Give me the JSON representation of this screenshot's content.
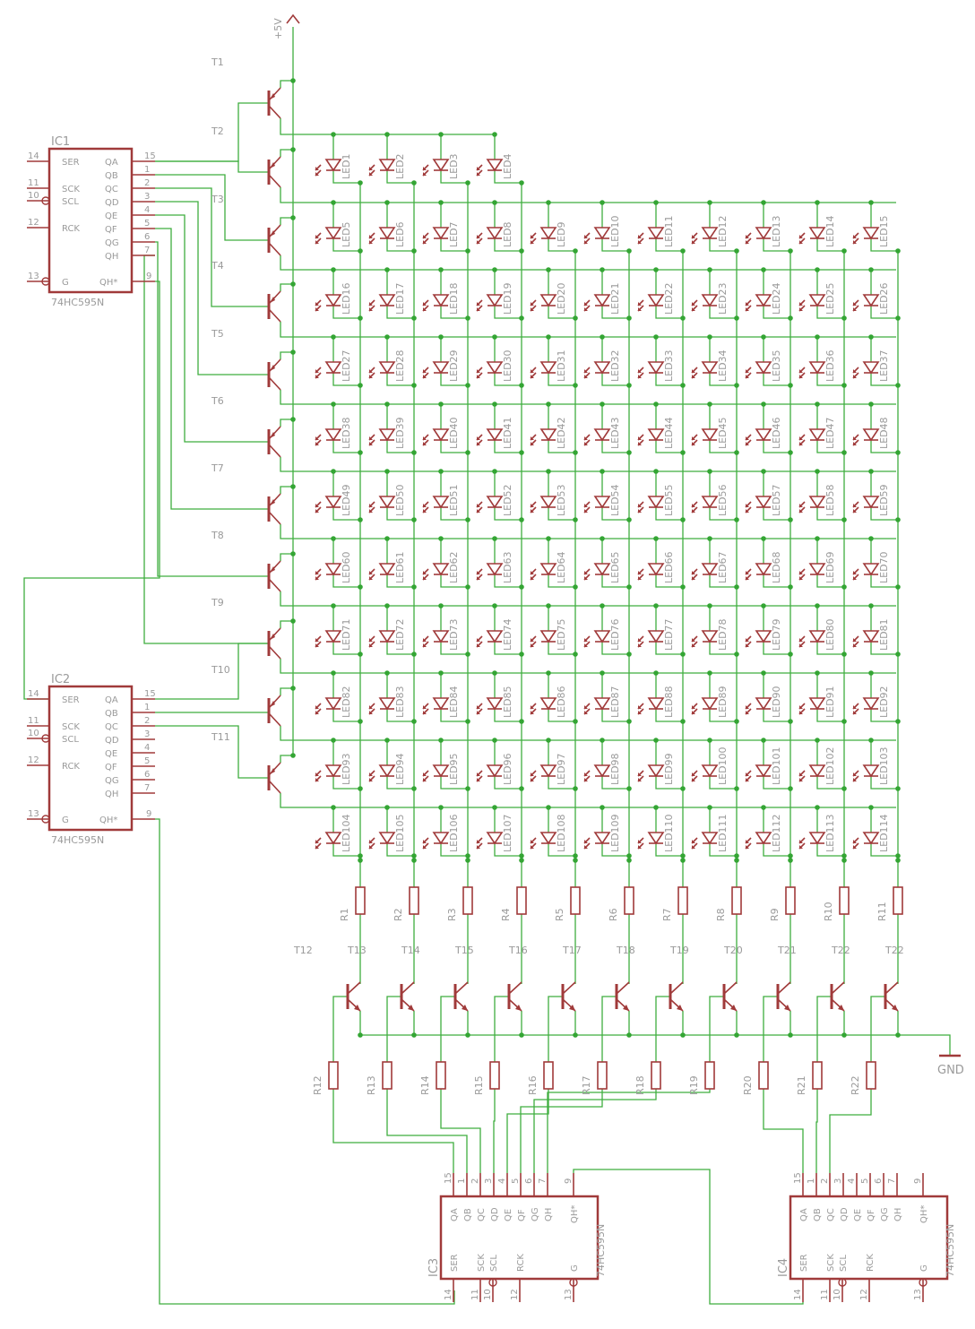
{
  "colors": {
    "wire": "#3fae3f",
    "part": "#a03a3a",
    "text": "#9a9a9a",
    "junction": "#34a534"
  },
  "power": {
    "vcc": "+5V",
    "gnd": "GND"
  },
  "ic_pins_left": [
    "SER",
    "SCK",
    "SCL",
    "RCK",
    "G"
  ],
  "ic_pins_right": [
    "QA",
    "QB",
    "QC",
    "QD",
    "QE",
    "QF",
    "QG",
    "QH",
    "QH*"
  ],
  "ic_pin_numbers": {
    "ser": "14",
    "sck": "11",
    "scl": "10",
    "rck": "12",
    "g": "13",
    "outputs": [
      "15",
      "1",
      "2",
      "3",
      "4",
      "5",
      "6",
      "7"
    ],
    "qhs": "9"
  },
  "ics": [
    {
      "name": "IC1",
      "part": "74HC595N"
    },
    {
      "name": "IC2",
      "part": "74HC595N"
    },
    {
      "name": "IC3",
      "part": "74HC595N"
    },
    {
      "name": "IC4",
      "part": "74HC595N"
    }
  ],
  "row_transistors": [
    "T1",
    "T2",
    "T3",
    "T4",
    "T5",
    "T6",
    "T7",
    "T8",
    "T9",
    "T10",
    "T11"
  ],
  "col_transistors": [
    "T12",
    "T13",
    "T14",
    "T15",
    "T16",
    "T17",
    "T18",
    "T19",
    "T20",
    "T21",
    "T22"
  ],
  "col_resistors": [
    "R1",
    "R2",
    "R3",
    "R4",
    "R5",
    "R6",
    "R7",
    "R8",
    "R9",
    "R10",
    "R11"
  ],
  "base_resistors": [
    "R12",
    "R13",
    "R14",
    "R15",
    "R16",
    "R17",
    "R18",
    "R19",
    "R20",
    "R21",
    "R22"
  ],
  "led_rows": [
    [
      "LED1",
      "LED2",
      "LED3",
      "LED4"
    ],
    [
      "LED5",
      "LED6",
      "LED7",
      "LED8",
      "LED9",
      "LED10",
      "LED11",
      "LED12",
      "LED13",
      "LED14",
      "LED15"
    ],
    [
      "LED16",
      "LED17",
      "LED18",
      "LED19",
      "LED20",
      "LED21",
      "LED22",
      "LED23",
      "LED24",
      "LED25",
      "LED26"
    ],
    [
      "LED27",
      "LED28",
      "LED29",
      "LED30",
      "LED31",
      "LED32",
      "LED33",
      "LED34",
      "LED35",
      "LED36",
      "LED37"
    ],
    [
      "LED38",
      "LED39",
      "LED40",
      "LED41",
      "LED42",
      "LED43",
      "LED44",
      "LED45",
      "LED46",
      "LED47",
      "LED48"
    ],
    [
      "LED49",
      "LED50",
      "LED51",
      "LED52",
      "LED53",
      "LED54",
      "LED55",
      "LED56",
      "LED57",
      "LED58",
      "LED59"
    ],
    [
      "LED60",
      "LED61",
      "LED62",
      "LED63",
      "LED64",
      "LED65",
      "LED66",
      "LED67",
      "LED68",
      "LED69",
      "LED70"
    ],
    [
      "LED71",
      "LED72",
      "LED73",
      "LED74",
      "LED75",
      "LED76",
      "LED77",
      "LED78",
      "LED79",
      "LED80",
      "LED81"
    ],
    [
      "LED82",
      "LED83",
      "LED84",
      "LED85",
      "LED86",
      "LED87",
      "LED88",
      "LED89",
      "LED90",
      "LED91",
      "LED92"
    ],
    [
      "LED93",
      "LED94",
      "LED95",
      "LED96",
      "LED97",
      "LED98",
      "LED99",
      "LED100",
      "LED101",
      "LED102",
      "LED103"
    ],
    [
      "LED104",
      "LED105",
      "LED106",
      "LED107",
      "LED108",
      "LED109",
      "LED110",
      "LED111",
      "LED112",
      "LED113",
      "LED114"
    ]
  ]
}
